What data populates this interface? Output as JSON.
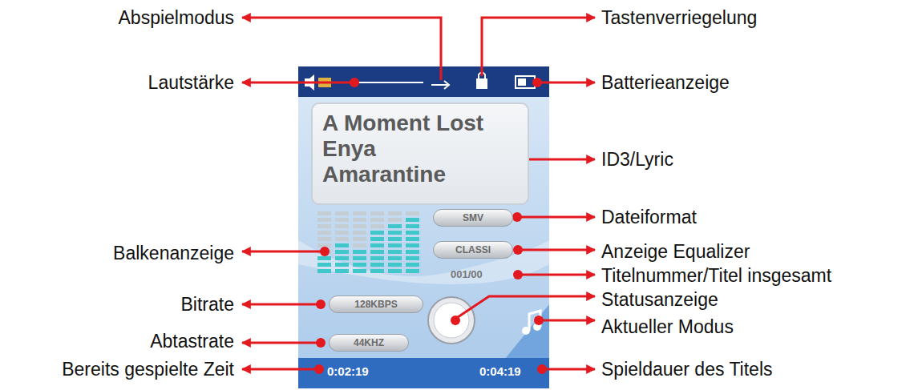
{
  "diagram": {
    "nodes": [
      {
        "text": [
          "A Moment Lost",
          "Enya",
          "Amarantine"
        ]
      },
      {
        "text": [
          "SMV"
        ]
      },
      {
        "text": [
          "CLASSI"
        ]
      },
      {
        "text": [
          "128KBPS"
        ]
      },
      {
        "text": [
          "44KHZ"
        ]
      }
    ],
    "labels": [
      "Abspielmodus",
      "Tastenverriegelung",
      "Lautstärke",
      "Batterieanzeige",
      "ID3/Lyric",
      "Dateiformat",
      "Balkenanzeige",
      "Anzeige Equalizer",
      "Titelnummer/Titel insgesamt",
      "001/00",
      "Bitrate",
      "Statusanzeige",
      "Abtastrate",
      "Aktueller Modus",
      "Bereits gespielte Zeit",
      "0:02:19",
      "0:04:19",
      "Spieldauer des Titels"
    ]
  }
}
